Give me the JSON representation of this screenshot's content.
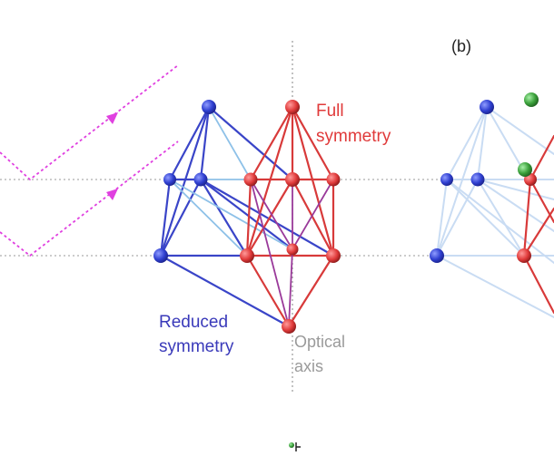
{
  "panel_b_label": "(b)",
  "labels": {
    "full_symmetry": [
      "Full",
      "symmetry"
    ],
    "reduced_symmetry": [
      "Reduced",
      "symmetry"
    ],
    "optical_axis": [
      "Optical",
      "axis"
    ]
  },
  "colors": {
    "blue_node": "#2f3fd0",
    "blue_edge": "#3a45c8",
    "light_blue_edge": "#8ec1e8",
    "red_node": "#e03a3a",
    "red_edge": "#d83a3a",
    "purple_edge": "#9a3a9a",
    "green_node": "#3aa03a",
    "light_edge_b": "#c9dcf3",
    "magenta_beam": "#e040e0",
    "axis_gray": "#9a9a9a",
    "label_red": "#e03a3a",
    "label_blue": "#3a3aba",
    "label_gray": "#9a9a9a"
  }
}
